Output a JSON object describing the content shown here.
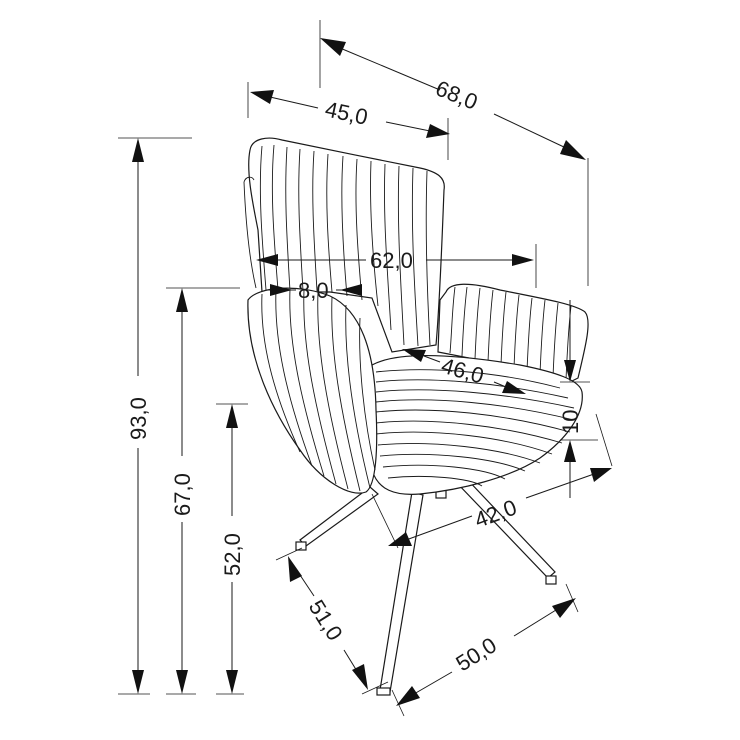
{
  "dimensions": {
    "total_depth": "68,0",
    "back_width": "45,0",
    "overall_width": "62,0",
    "arm_width": "8,0",
    "seat_depth": "46,0",
    "cushion_thickness": "10",
    "seat_width": "42,0",
    "total_height": "93,0",
    "arm_height": "67,0",
    "seat_height": "52,0",
    "base_depth": "51,0",
    "base_width": "50,0"
  }
}
